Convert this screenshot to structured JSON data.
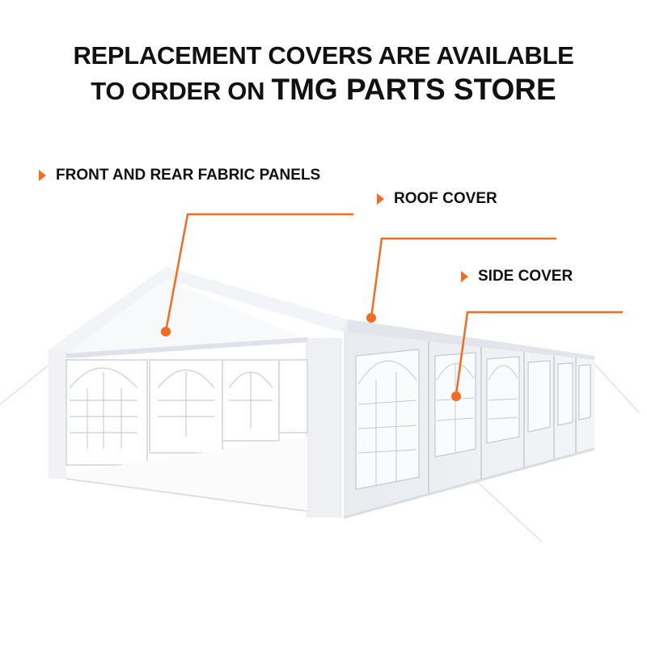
{
  "headline": {
    "line1": "REPLACEMENT COVERS ARE AVAILABLE",
    "line2_prefix": "TO ORDER ON ",
    "line2_strong": "TMG PARTS STORE"
  },
  "callouts": [
    {
      "label": "FRONT AND REAR FABRIC PANELS",
      "icon": "triangle-arrow-icon"
    },
    {
      "label": "ROOF COVER",
      "icon": "triangle-arrow-icon"
    },
    {
      "label": "SIDE COVER",
      "icon": "triangle-arrow-icon"
    }
  ],
  "colors": {
    "accent": "#f26c22",
    "text": "#111111",
    "background": "#ffffff",
    "tent_fabric": "#f4f5f8",
    "tent_shadow": "#d9dce3"
  },
  "image": {
    "subject": "white party tent with window side panels"
  }
}
